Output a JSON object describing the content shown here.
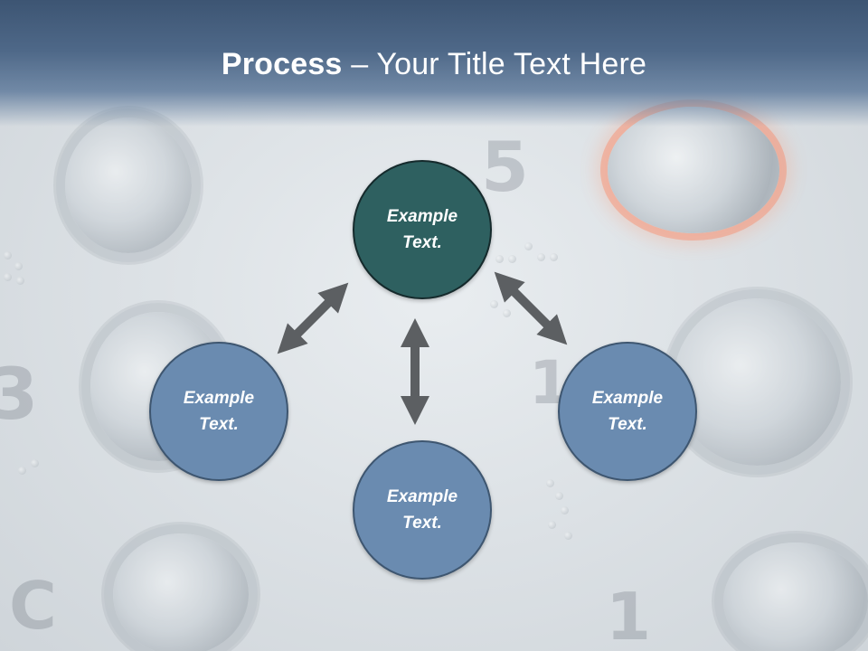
{
  "title": {
    "bold_part": "Process",
    "rest_part": " – Your Title Text Here"
  },
  "diagram": {
    "center_node": {
      "line1": "Example",
      "line2": "Text."
    },
    "left_node": {
      "line1": "Example",
      "line2": "Text."
    },
    "bottom_node": {
      "line1": "Example",
      "line2": "Text."
    },
    "right_node": {
      "line1": "Example",
      "line2": "Text."
    }
  },
  "background": {
    "digits": [
      "5",
      "3",
      "1",
      "1",
      "C"
    ]
  },
  "colors": {
    "header_top": "#3d5573",
    "center_node_fill": "#2e6060",
    "outer_node_fill": "#6a8bb0",
    "arrow": "#5c5f62",
    "text": "#ffffff"
  }
}
